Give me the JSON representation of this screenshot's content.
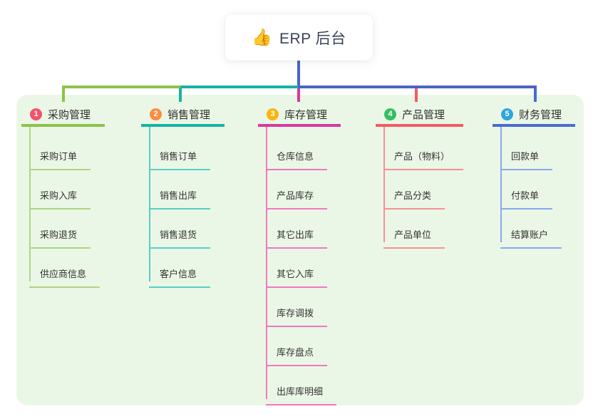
{
  "root": {
    "icon": "thumbs-up-icon",
    "title": "ERP 后台"
  },
  "colors": {
    "canvas": "#ffffff",
    "panel": "#ebf7e6",
    "root_connector": "#4a64c8"
  },
  "branches": [
    {
      "badge": "1",
      "badge_color": "#f4516c",
      "label": "采购管理",
      "line_color": "#8bc34a",
      "child_line_color": "#aed581",
      "items": [
        "采购订单",
        "采购入库",
        "采购退货",
        "供应商信息"
      ]
    },
    {
      "badge": "2",
      "badge_color": "#fb8c42",
      "label": "销售管理",
      "line_color": "#17b3a6",
      "child_line_color": "#58cfc5",
      "items": [
        "销售订单",
        "销售出库",
        "销售退货",
        "客户信息"
      ]
    },
    {
      "badge": "3",
      "badge_color": "#f9b410",
      "label": "库存管理",
      "line_color": "#d63aa0",
      "child_line_color": "#f277bd",
      "items": [
        "仓库信息",
        "产品库存",
        "其它出库",
        "其它入库",
        "库存调拨",
        "库存盘点",
        "出库库明细"
      ]
    },
    {
      "badge": "4",
      "badge_color": "#33bf62",
      "label": "产品管理",
      "line_color": "#f25b66",
      "child_line_color": "#f78f97",
      "items": [
        "产品（物料）",
        "产品分类",
        "产品单位"
      ]
    },
    {
      "badge": "5",
      "badge_color": "#2ba6e0",
      "label": "财务管理",
      "line_color": "#4a6bd2",
      "child_line_color": "#8aa8ee",
      "items": [
        "回款单",
        "付款单",
        "结算账户"
      ]
    }
  ]
}
